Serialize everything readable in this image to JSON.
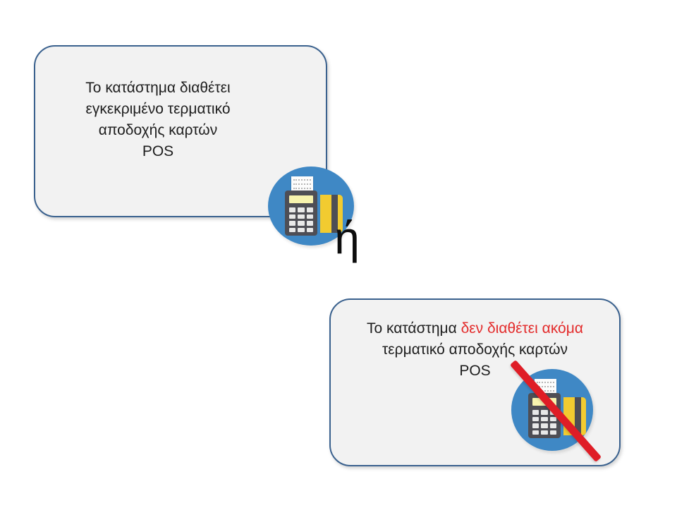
{
  "connector": {
    "label": "ή"
  },
  "boxes": {
    "available": {
      "line1": "Το κατάστημα διαθέτει",
      "line2": "εγκεκριμένο τερματικό",
      "line3": "αποδοχής καρτών",
      "line4": "POS",
      "icon": "pos-terminal-with-cards"
    },
    "unavailable": {
      "line1_normal": "Το κατάστημα ",
      "line1_highlight": "δεν διαθέτει ακόμα",
      "line2": "τερματικό αποδοχής καρτών",
      "line3": "POS",
      "icon": "pos-terminal-crossed-out"
    }
  },
  "colors": {
    "box_fill": "#f2f2f2",
    "box_border": "#3a618e",
    "text_dark": "#1e1e1e",
    "highlight_red": "#e32b2b",
    "slash_red": "#df1d26",
    "circle_blue": "#3f88c5",
    "terminal_gray": "#4e4e55",
    "card_yellow": "#f2cb30",
    "display_yellow": "#f7f3ae"
  }
}
